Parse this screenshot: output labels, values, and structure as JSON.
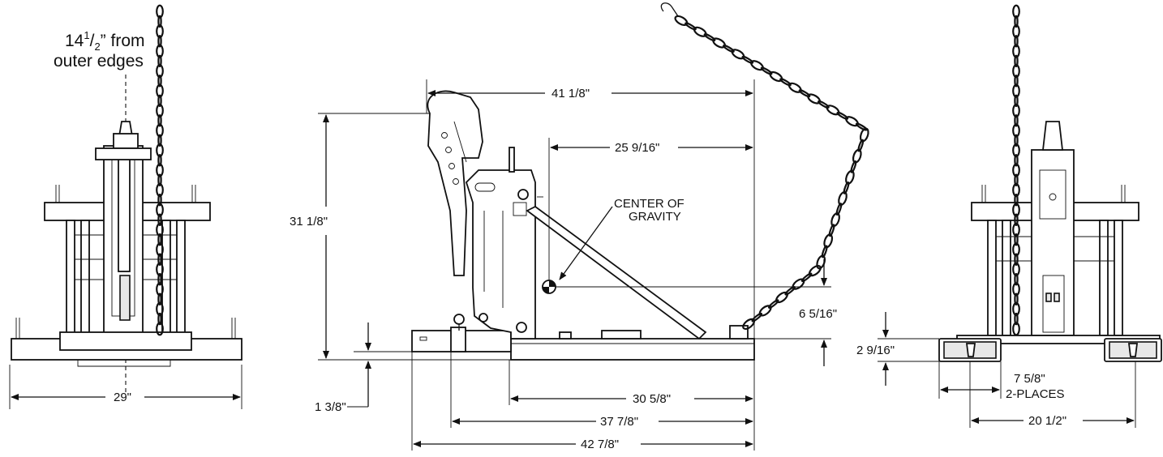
{
  "left_view": {
    "note_line1_main": "14",
    "note_line1_sup": "1",
    "note_line1_sub": "2",
    "note_line1_rest": "” from",
    "note_line2": "outer edges",
    "width_dim": "29\""
  },
  "side_view": {
    "dims": {
      "overall_length": "41 1/8\"",
      "to_cg": "25 9/16\"",
      "height": "31 1/8\"",
      "cg_height": "6 5/16\"",
      "fork_height": "1 3/8\"",
      "base_length": "30 5/8\"",
      "mid_length": "37 7/8\"",
      "total_length": "42 7/8\""
    },
    "cg_label_line1": "CENTER OF",
    "cg_label_line2": "GRAVITY"
  },
  "right_view": {
    "dims": {
      "pad_height": "2 9/16\"",
      "pad_spacing": "7 5/8\"",
      "pad_spacing_note": "2-PLACES",
      "width": "20 1/2\""
    }
  }
}
